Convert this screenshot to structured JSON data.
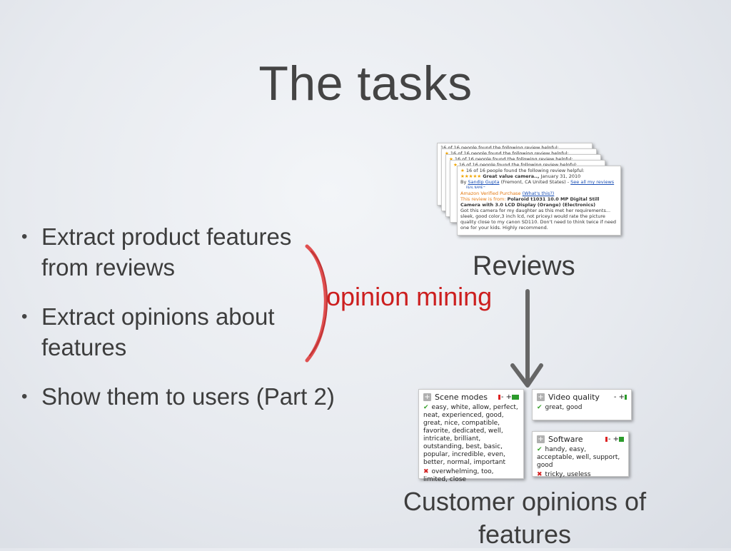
{
  "title": "The tasks",
  "bullets": [
    "Extract product features from reviews",
    "Extract opinions about features",
    "Show them to users (Part 2)"
  ],
  "labels": {
    "reviews": "Reviews",
    "opinion_mining": "opinion mining",
    "customer_opinions": "Customer opinions of features"
  },
  "review": {
    "helpful": "16 of 16 people found the following review helpful:",
    "stars": "★★★★★",
    "headline": "Great value camera..,",
    "date": "January 31, 2010",
    "by": "By",
    "author": "Sandip Gupta",
    "location": "(Fremont, CA United States) -",
    "see_all": "See all my reviews",
    "real_name": "REAL NAME™",
    "verified": "Amazon Verified Purchase",
    "whats_this": "(What's this?)",
    "review_from": "This review is from:",
    "product": "Polaroid t1031 10.0 MP Digital Still Camera with 3.0 LCD Display (Orange) (Electronics)",
    "body": "Got this camera for my daughter as this met her requirements... sleek, good color,3 inch lcd, not pricey.I would rate the picture quality close to my canon SD110. Don't need to think twice if need one for your kids. Highly recommend."
  },
  "panels": {
    "scene_modes": {
      "title": "Scene modes",
      "pm": "- +",
      "positive": "easy, white, allow, perfect, neat, experienced, good, great, nice, compatible, favorite, dedicated, well, intricate, brilliant, outstanding, best, basic, popular, incredible, even, better, normal, important",
      "negative": "overwhelming, too, limited, close"
    },
    "video_quality": {
      "title": "Video quality",
      "pm": "- +",
      "positive": "great, good"
    },
    "software": {
      "title": "Software",
      "pm": "- +",
      "positive": "handy, easy, acceptable, well, support, good",
      "negative": "tricky, useless"
    }
  },
  "colors": {
    "accent_red": "#cc1e1e",
    "text": "#3d3d3d",
    "arrow": "#666666"
  }
}
